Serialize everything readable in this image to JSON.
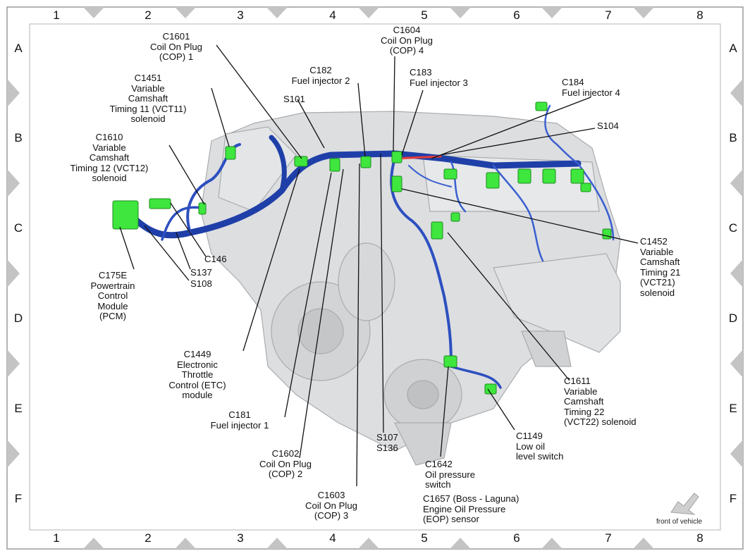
{
  "grid": {
    "columns": [
      "1",
      "2",
      "3",
      "4",
      "5",
      "6",
      "7",
      "8"
    ],
    "rows": [
      "A",
      "B",
      "C",
      "D",
      "E",
      "F"
    ]
  },
  "labels": {
    "c1601": [
      "C1601",
      "Coil On Plug",
      "(COP) 1"
    ],
    "c1451": [
      "C1451",
      "Variable",
      "Camshaft",
      "Timing 11 (VCT11)",
      "solenoid"
    ],
    "c1610": [
      "C1610",
      "Variable",
      "Camshaft",
      "Timing 12 (VCT12)",
      "solenoid"
    ],
    "c182": [
      "C182",
      "Fuel injector 2"
    ],
    "s101": [
      "S101"
    ],
    "c1604": [
      "C1604",
      "Coil On Plug",
      "(COP) 4"
    ],
    "c183": [
      "C183",
      "Fuel injector 3"
    ],
    "c184": [
      "C184",
      "Fuel injector 4"
    ],
    "s104": [
      "S104"
    ],
    "c175e": [
      "C175E",
      "Powertrain",
      "Control",
      "Module",
      "(PCM)"
    ],
    "c146": [
      "C146"
    ],
    "s137": [
      "S137"
    ],
    "s108": [
      "S108"
    ],
    "c1452": [
      "C1452",
      "Variable",
      "Camshaft",
      "Timing 21",
      "(VCT21)",
      "solenoid"
    ],
    "c1449": [
      "C1449",
      "Electronic",
      "Throttle",
      "Control (ETC)",
      "module"
    ],
    "c181": [
      "C181",
      "Fuel injector 1"
    ],
    "c1611": [
      "C1611",
      "Variable",
      "Camshaft",
      "Timing 22",
      "(VCT22) solenoid"
    ],
    "s107": [
      "S107",
      "S136"
    ],
    "c1602": [
      "C1602",
      "Coil On Plug",
      "(COP) 2"
    ],
    "c1149": [
      "C1149",
      "Low oil",
      "level switch"
    ],
    "c1642": [
      "C1642",
      "Oil pressure",
      "switch"
    ],
    "c1603": [
      "C1603",
      "Coil On Plug",
      "(COP) 3"
    ],
    "c1657": [
      "C1657 (Boss - Laguna)",
      "Engine Oil Pressure",
      "(EOP) sensor"
    ]
  },
  "front_of_vehicle": "front of vehicle",
  "colors": {
    "harness": "#1f3fa8",
    "connector": "#3ee63e",
    "highlight_wire": "#e23b3b",
    "engine": "#d8dadc",
    "border": "#9a9a9a"
  }
}
